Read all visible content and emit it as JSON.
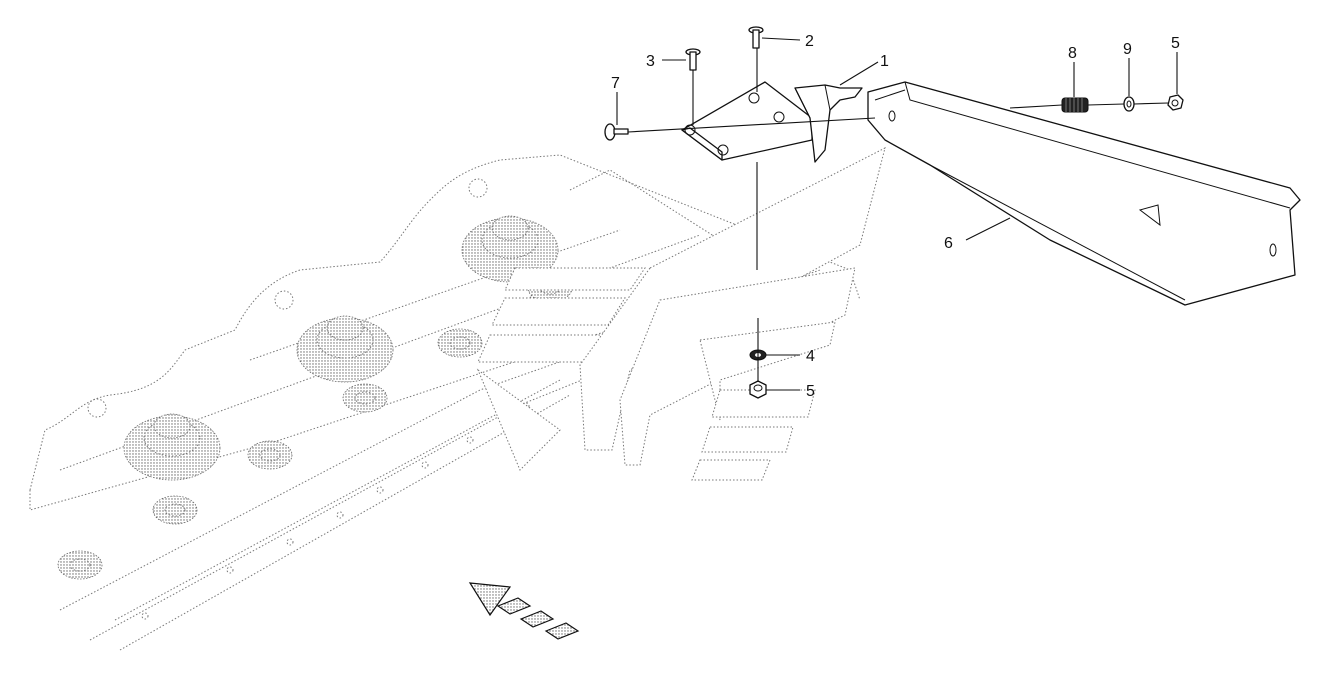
{
  "callouts": [
    {
      "id": "1",
      "text": "1"
    },
    {
      "id": "2",
      "text": "2"
    },
    {
      "id": "3",
      "text": "3"
    },
    {
      "id": "4",
      "text": "4"
    },
    {
      "id": "5a",
      "text": "5"
    },
    {
      "id": "5b",
      "text": "5"
    },
    {
      "id": "6",
      "text": "6"
    },
    {
      "id": "7",
      "text": "7"
    },
    {
      "id": "8",
      "text": "8"
    },
    {
      "id": "9",
      "text": "9"
    }
  ],
  "icons": {
    "direction": "direction-arrow-icon",
    "watermark": "watermark-logo"
  },
  "colors": {
    "line": "#111111",
    "dotted": "#777777",
    "background": "#ffffff"
  }
}
